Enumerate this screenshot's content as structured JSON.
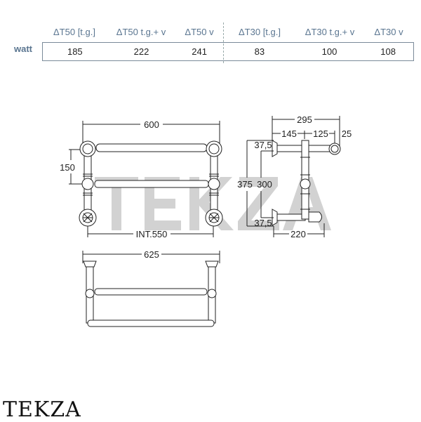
{
  "table": {
    "headers": [
      "ΔT50 [t.g.]",
      "ΔT50 t.g.+  v",
      "ΔT50 v",
      "ΔT30 [t.g.]",
      "ΔT30 t.g.+  v",
      "ΔT30 v"
    ],
    "row_label": "watt",
    "values": [
      "185",
      "222",
      "241",
      "83",
      "100",
      "108"
    ]
  },
  "dimensions": {
    "width": "600",
    "height": "150",
    "int": "INT.550",
    "depth_total": "295",
    "d145": "145",
    "d125": "125",
    "d25": "25",
    "h375": "375",
    "h300": "300",
    "top_offset": "37,5",
    "bottom_offset": "37,5",
    "d220": "220",
    "top_width": "625"
  },
  "watermark": "TEKZA",
  "brand": "TEKZA"
}
